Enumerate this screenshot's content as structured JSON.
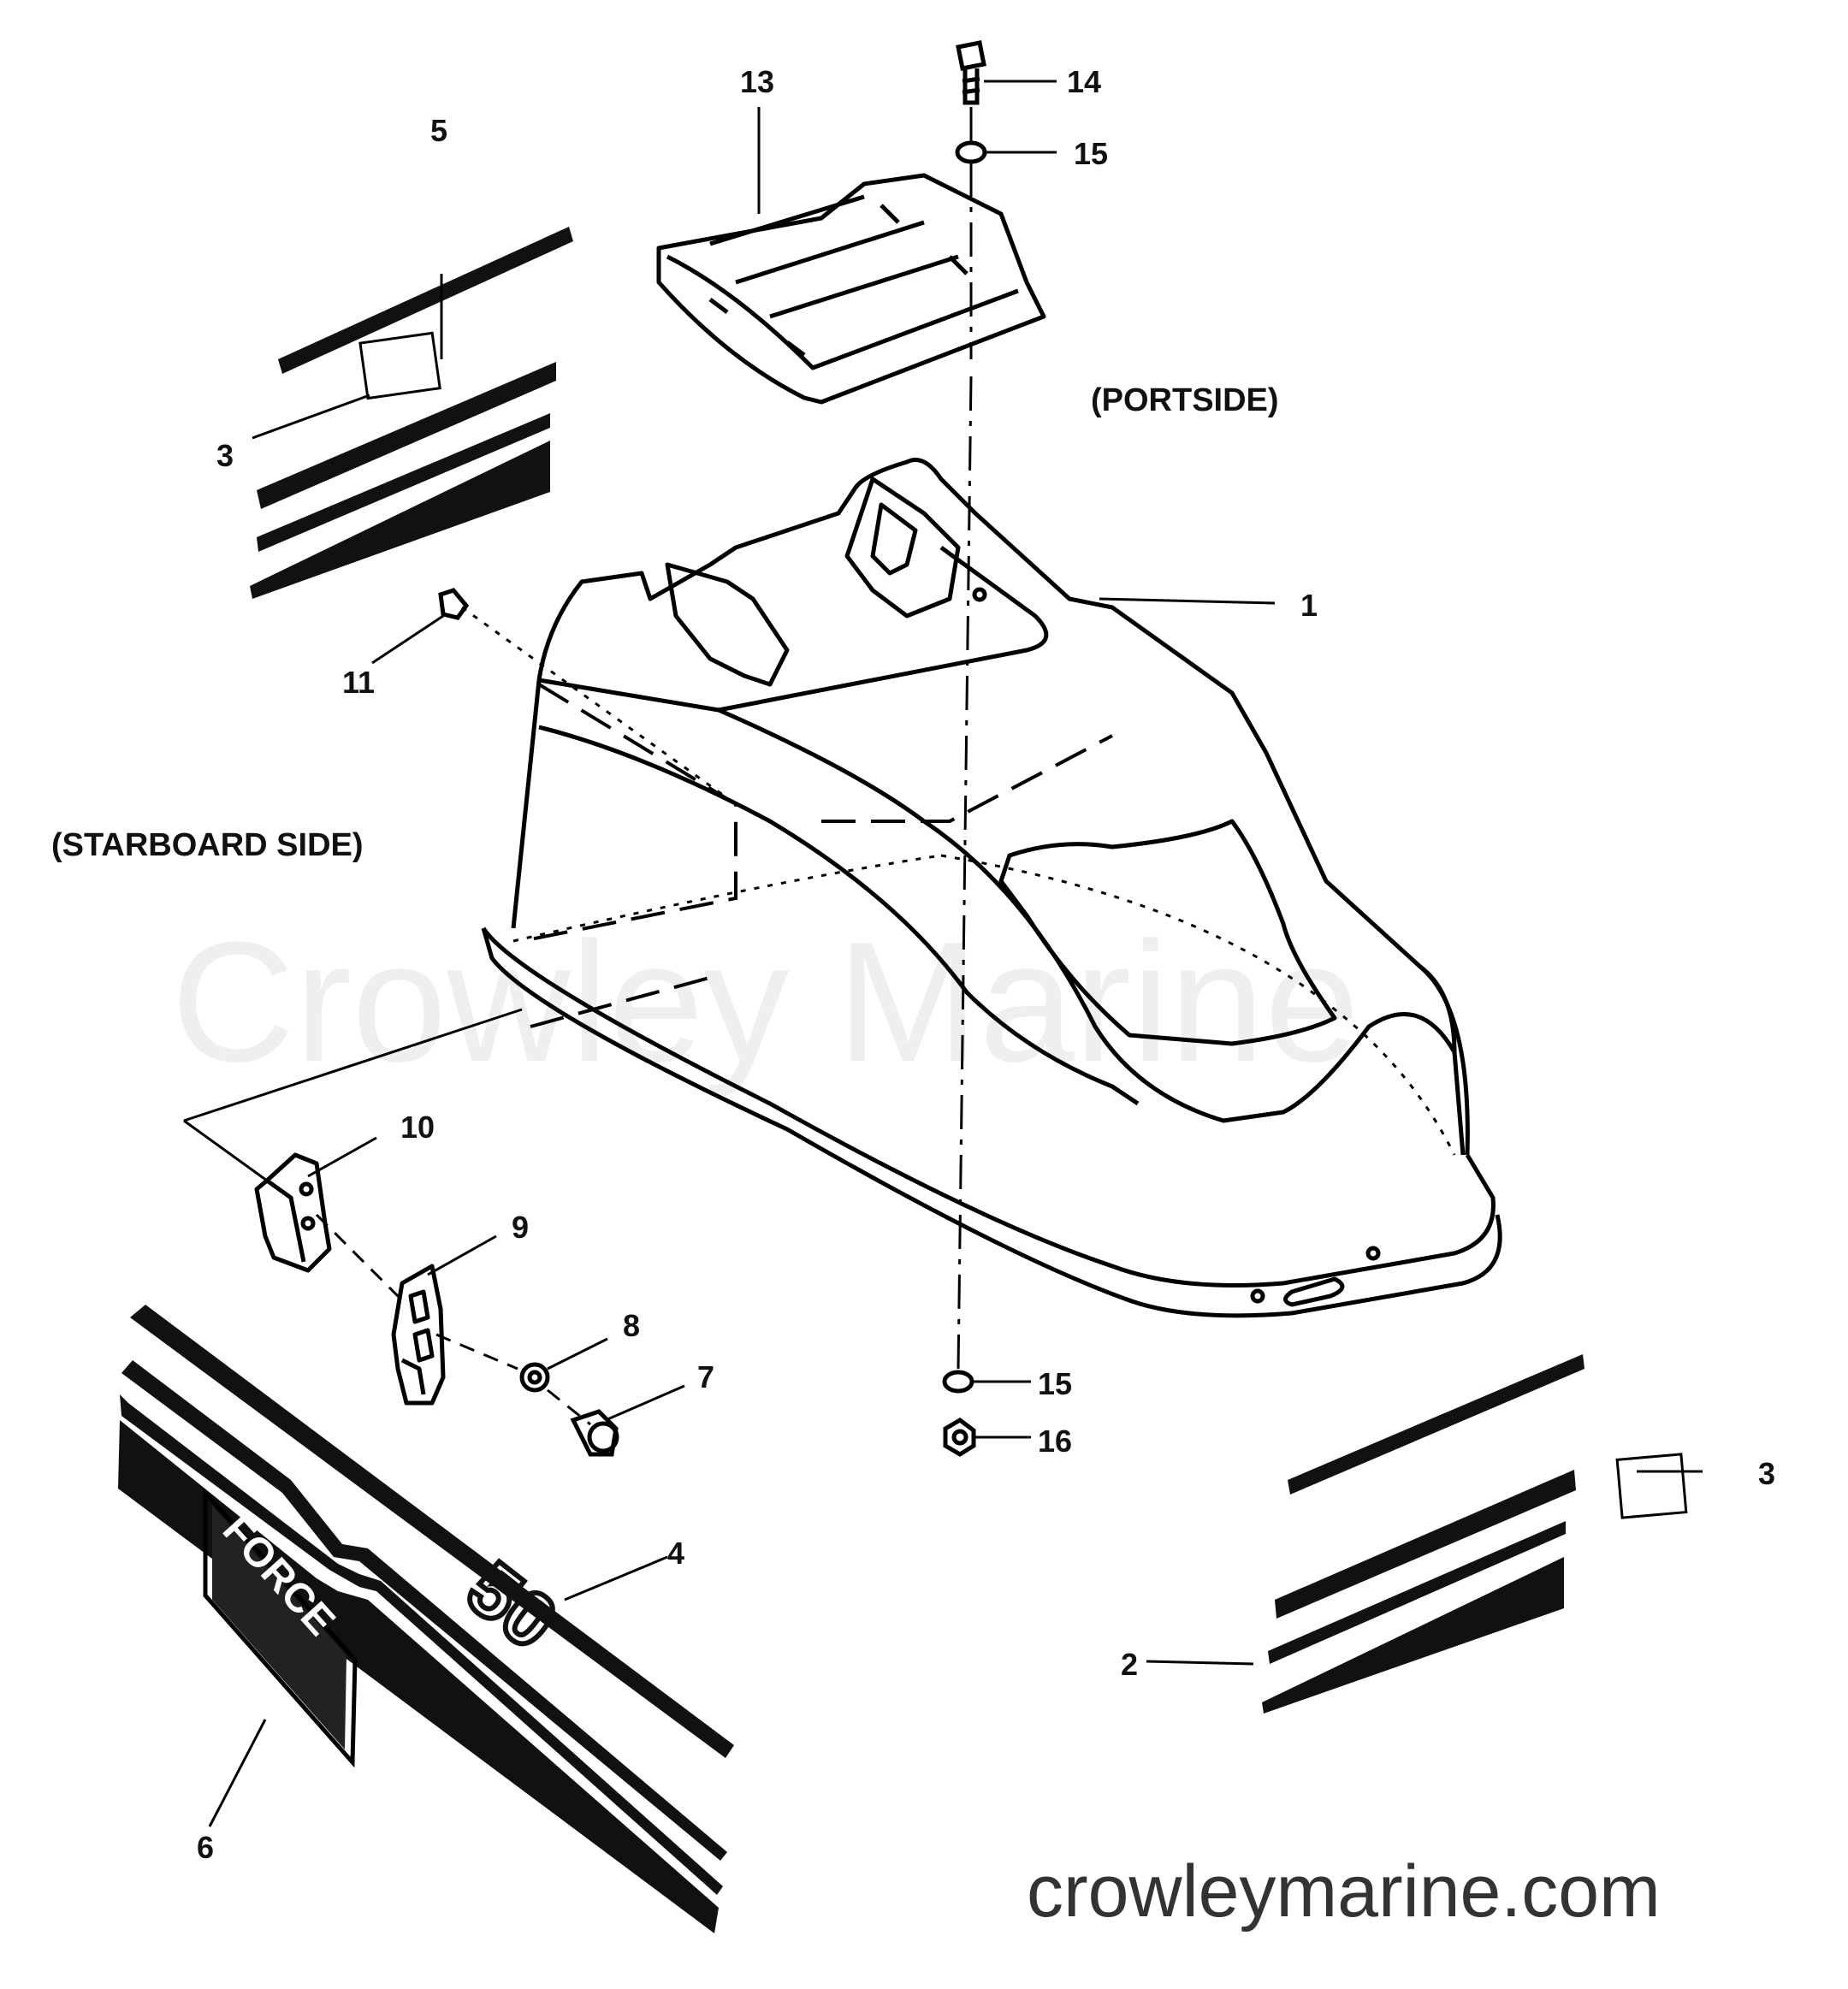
{
  "diagram": {
    "side_labels": {
      "portside": "(PORTSIDE)",
      "starboard": "(STARBOARD SIDE)"
    },
    "callouts": [
      {
        "id": "c1",
        "text": "1"
      },
      {
        "id": "c2",
        "text": "2"
      },
      {
        "id": "c3a",
        "text": "3"
      },
      {
        "id": "c3b",
        "text": "3"
      },
      {
        "id": "c4",
        "text": "4"
      },
      {
        "id": "c5",
        "text": "5"
      },
      {
        "id": "c6",
        "text": "6"
      },
      {
        "id": "c7",
        "text": "7"
      },
      {
        "id": "c8",
        "text": "8"
      },
      {
        "id": "c9",
        "text": "9"
      },
      {
        "id": "c10",
        "text": "10"
      },
      {
        "id": "c11",
        "text": "11"
      },
      {
        "id": "c13",
        "text": "13"
      },
      {
        "id": "c14",
        "text": "14"
      },
      {
        "id": "c15a",
        "text": "15"
      },
      {
        "id": "c15b",
        "text": "15"
      },
      {
        "id": "c16",
        "text": "16"
      }
    ],
    "decal_text": "50",
    "badge_text": "FORCE"
  },
  "watermark": "Crowley Marine",
  "website": "crowleymarine.com"
}
